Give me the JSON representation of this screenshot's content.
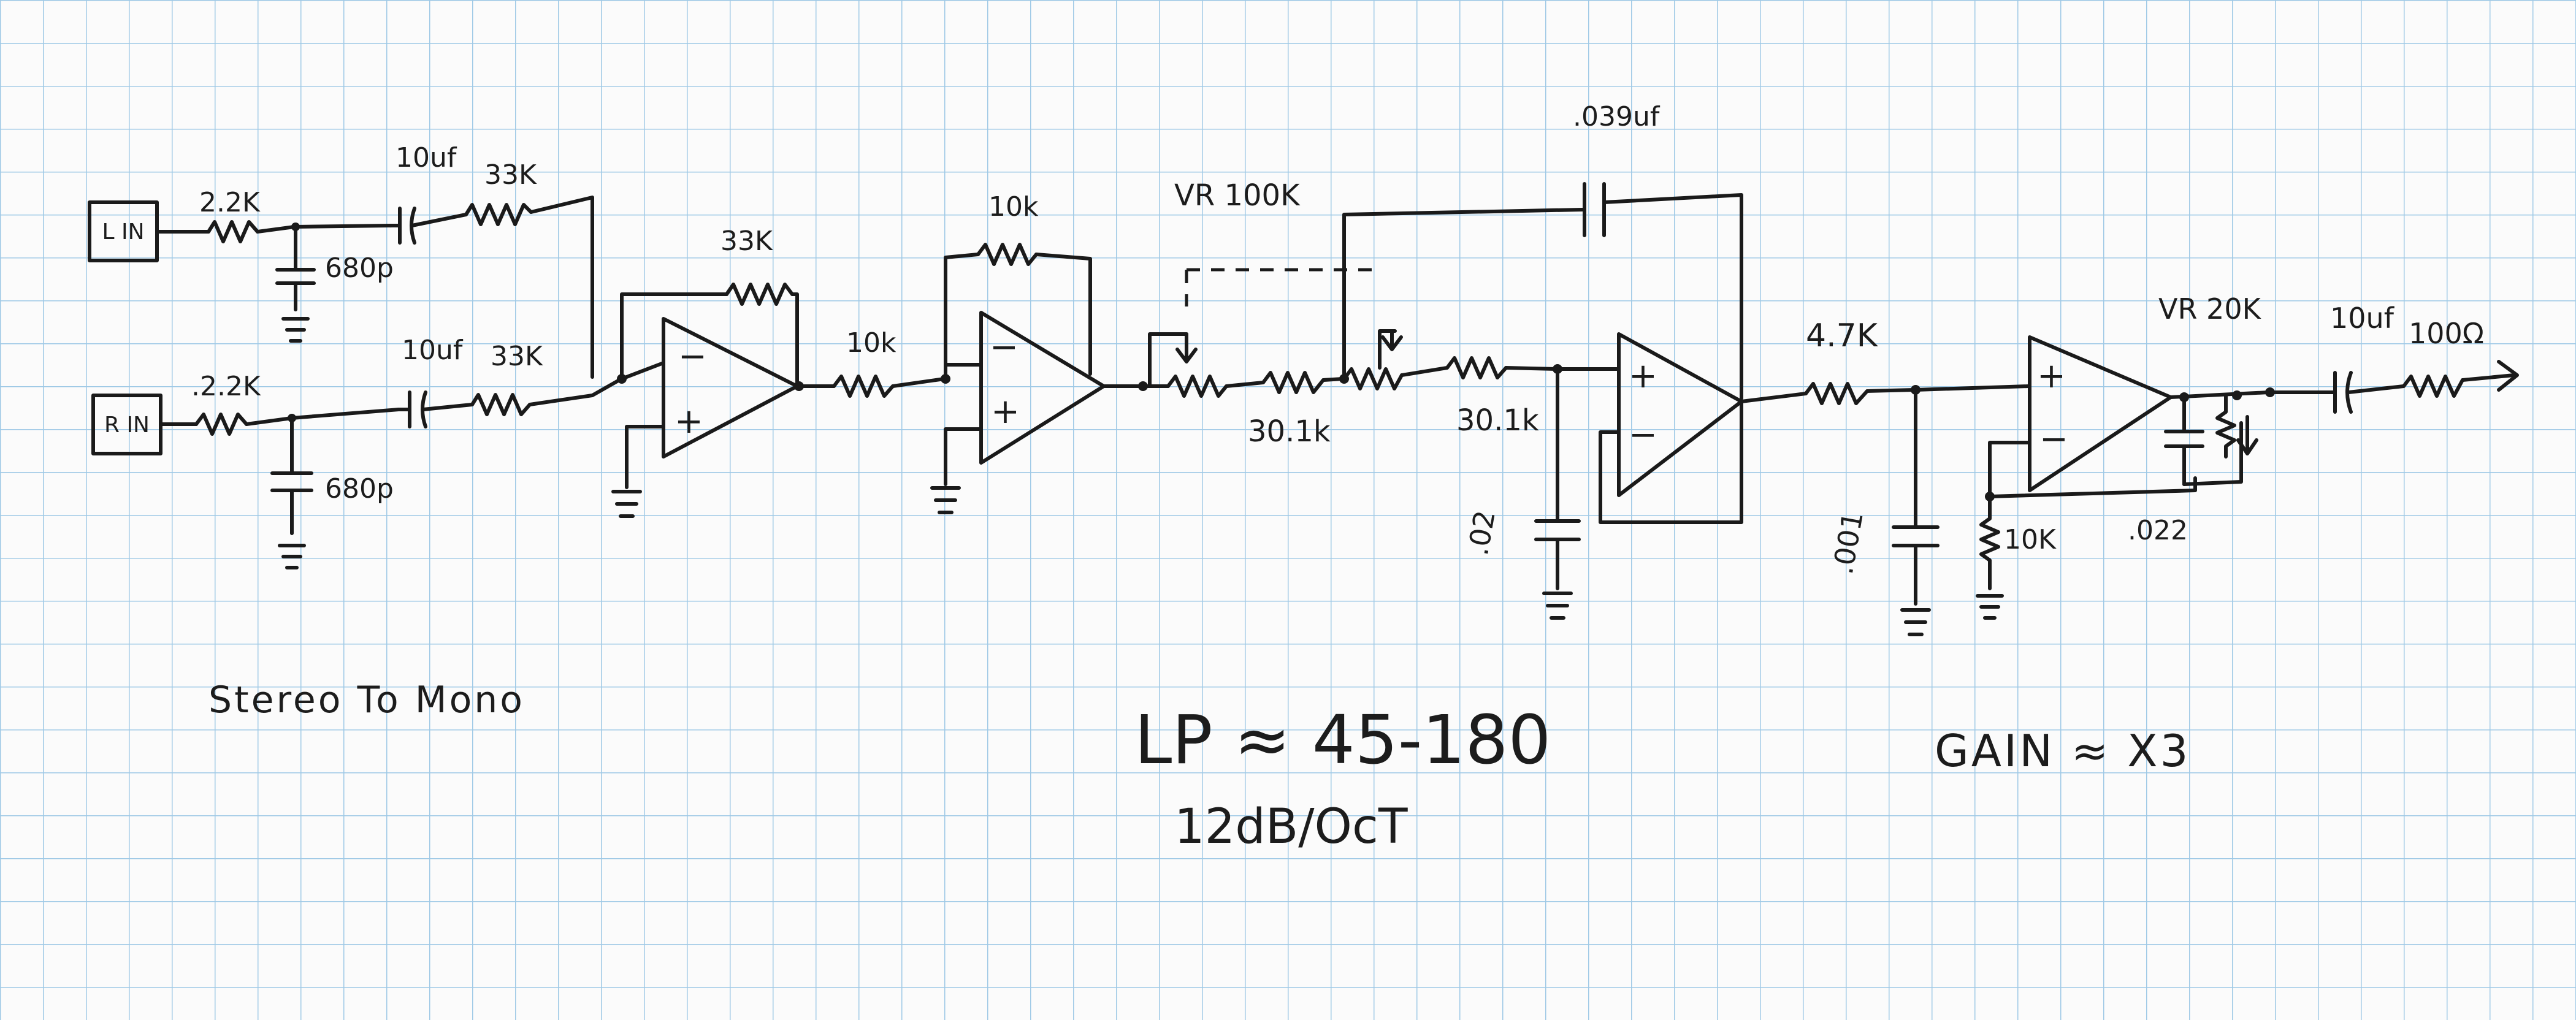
{
  "sheet": {
    "grid_color": "#9fc9e6",
    "ink_color": "#1a1a1a",
    "paper_color": "#fbfbfb"
  },
  "inputs": {
    "left": "L IN",
    "right": "R IN"
  },
  "stereo_to_mono": {
    "r_in_left": "2.2K",
    "r_in_right": ".2.2K",
    "c_left": "680p",
    "c_right": "680p",
    "cap_left": "10uf",
    "cap_right": "10uf",
    "r_mix_left": "33K",
    "r_mix_right": "33K",
    "r_feedback": "33K",
    "caption": "Stereo To Mono"
  },
  "inverter": {
    "r_series": "10k",
    "r_feedback": "10k"
  },
  "lowpass": {
    "pot": "VR 100K",
    "r1": "30.1k",
    "r2": "30.1k",
    "c_feedback": ".039uf",
    "c_ground": ".02",
    "title": "LP ≈ 45-180",
    "slope": "12dB/OcT"
  },
  "gain_stage": {
    "r_in": "4.7K",
    "c_ground": ".001",
    "r_ground": "10K",
    "pot": "VR 20K",
    "c_feedback": ".022",
    "cap_out": "10uf",
    "r_out": "100Ω",
    "caption": "GAIN ≈ X3"
  },
  "opamp_pins": {
    "minus": "−",
    "plus": "+"
  }
}
